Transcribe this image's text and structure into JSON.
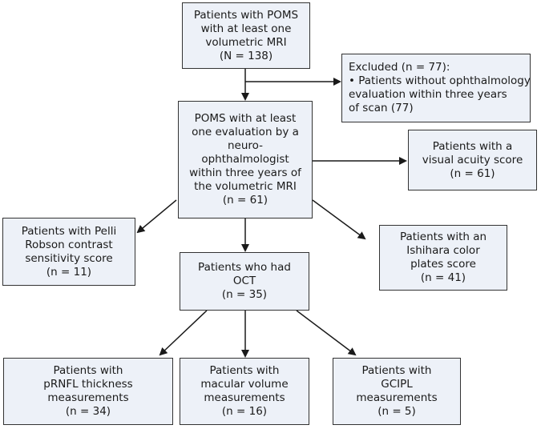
{
  "boxes": {
    "poms_mri": {
      "lines": [
        "Patients with POMS",
        "with at least one",
        "volumetric MRI",
        "(N = 138)"
      ]
    },
    "excluded": {
      "lines": [
        "Excluded (n = 77):",
        "• Patients without ophthalmology",
        "  evaluation within three years",
        "  of scan (77)"
      ]
    },
    "neuro_eval": {
      "lines": [
        "POMS with at least",
        "one evaluation by a",
        "neuro-",
        "ophthalmologist",
        "within three years of",
        "the volumetric MRI",
        "(n = 61)"
      ]
    },
    "visual_acuity": {
      "lines": [
        "Patients with a",
        "visual acuity score",
        "(n = 61)"
      ]
    },
    "pelli_robson": {
      "lines": [
        "Patients with Pelli",
        "Robson contrast",
        "sensitivity score",
        "(n = 11)"
      ]
    },
    "oct": {
      "lines": [
        "Patients who had",
        "OCT",
        "(n = 35)"
      ]
    },
    "ishihara": {
      "lines": [
        "Patients with an",
        "Ishihara color",
        "plates score",
        "(n = 41)"
      ]
    },
    "prnfl": {
      "lines": [
        "Patients with",
        "pRNFL thickness",
        "measurements",
        "(n = 34)"
      ]
    },
    "macular": {
      "lines": [
        "Patients with",
        "macular volume",
        "measurements",
        "(n = 16)"
      ]
    },
    "gcipl": {
      "lines": [
        "Patients with",
        "GCIPL",
        "measurements",
        "(n = 5)"
      ]
    }
  },
  "colors": {
    "box_fill": "#edf1f8",
    "box_border": "#333333",
    "arrow": "#1a1a1a"
  }
}
